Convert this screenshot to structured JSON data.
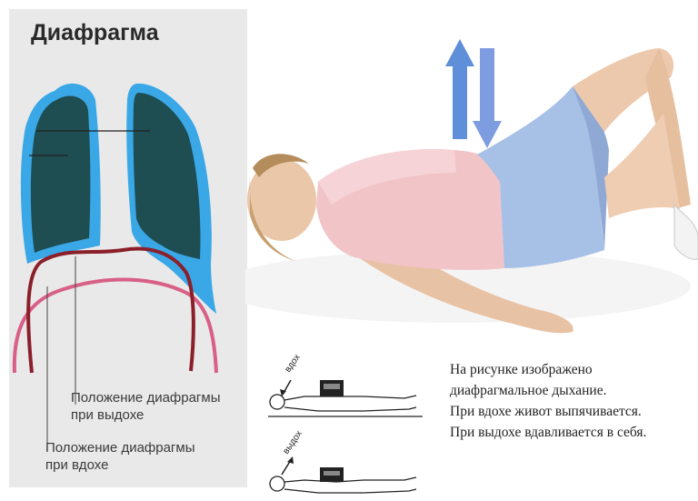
{
  "title": "Диафрагма",
  "labels": {
    "exhale_line1": "Положение диафрагмы",
    "exhale_line2": "при выдохе",
    "inhale_line1": "Положение диафрагмы",
    "inhale_line2": "при вдохе"
  },
  "small_figures": {
    "top_tag": "вдох",
    "bottom_tag": "выдох"
  },
  "caption": {
    "line1": "На рисунке изображено",
    "line2": "диафрагмальное дыхание.",
    "line3": "При вдохе живот выпячивается.",
    "line4": "При выдохе вдавливается в себя."
  },
  "colors": {
    "lung_outer": "#3aa8e6",
    "lung_inner": "#1e4d52",
    "exhale_curve": "#8b1f2a",
    "inhale_curve": "#d85f86",
    "arrow_up": "#5f8fd9",
    "arrow_down": "#6f91d6"
  }
}
